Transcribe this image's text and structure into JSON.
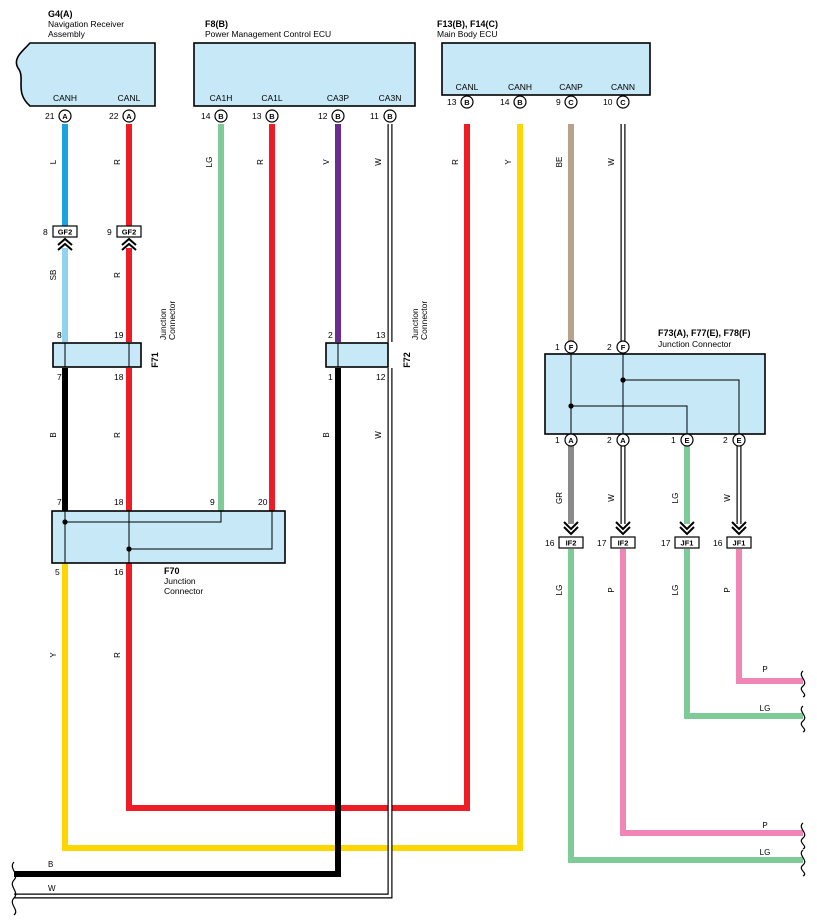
{
  "components": {
    "g4": {
      "code": "G4(A)",
      "name1": "Navigation Receiver",
      "name2": "Assembly",
      "pins": [
        "CANH",
        "CANL"
      ]
    },
    "f8": {
      "code": "F8(B)",
      "name": "Power Management Control ECU",
      "pins": [
        "CA1H",
        "CA1L",
        "CA3P",
        "CA3N"
      ]
    },
    "f13": {
      "code": "F13(B), F14(C)",
      "name": "Main Body ECU",
      "pins": [
        "CANL",
        "CANH",
        "CANP",
        "CANN"
      ]
    },
    "f73": {
      "code": "F73(A), F77(E), F78(F)",
      "name": "Junction Connector"
    },
    "f70": {
      "code": "F70",
      "name1": "Junction",
      "name2": "Connector"
    },
    "f71": {
      "code": "F71",
      "name1": "Junction",
      "name2": "Connector"
    },
    "f72": {
      "code": "F72",
      "name1": "Junction",
      "name2": "Connector"
    }
  },
  "pins": {
    "g4_canh": {
      "num": "21",
      "conn": "A"
    },
    "g4_canl": {
      "num": "22",
      "conn": "A"
    },
    "f8_ca1h": {
      "num": "14",
      "conn": "B"
    },
    "f8_ca1l": {
      "num": "13",
      "conn": "B"
    },
    "f8_ca3p": {
      "num": "12",
      "conn": "B"
    },
    "f8_ca3n": {
      "num": "11",
      "conn": "B"
    },
    "f13_canl": {
      "num": "13",
      "conn": "B"
    },
    "f13_canh": {
      "num": "14",
      "conn": "B"
    },
    "f14_canp": {
      "num": "9",
      "conn": "C"
    },
    "f14_cann": {
      "num": "10",
      "conn": "C"
    },
    "f73_in1": {
      "num": "1",
      "conn": "F"
    },
    "f73_in2": {
      "num": "2",
      "conn": "F"
    },
    "f73_o1": {
      "num": "1",
      "conn": "A"
    },
    "f73_o2": {
      "num": "2",
      "conn": "A"
    },
    "f73_o3": {
      "num": "1",
      "conn": "E"
    },
    "f73_o4": {
      "num": "2",
      "conn": "E"
    }
  },
  "inline_connectors": [
    {
      "num": "8",
      "code": "GF2"
    },
    {
      "num": "9",
      "code": "GF2"
    },
    {
      "num": "16",
      "code": "IF2"
    },
    {
      "num": "17",
      "code": "IF2"
    },
    {
      "num": "17",
      "code": "JF1"
    },
    {
      "num": "16",
      "code": "JF1"
    }
  ],
  "pin_numbers": {
    "f71": [
      "8",
      "19",
      "7",
      "18"
    ],
    "f72": [
      "2",
      "13",
      "1",
      "12"
    ],
    "f70": [
      "7",
      "18",
      "9",
      "20",
      "5",
      "16"
    ]
  },
  "wire_codes": [
    "L",
    "R",
    "SB",
    "R",
    "B",
    "R",
    "LG",
    "R",
    "V",
    "W",
    "B",
    "W",
    "R",
    "Y",
    "BE",
    "W",
    "GR",
    "W",
    "LG",
    "W",
    "LG",
    "P",
    "LG",
    "P",
    "Y",
    "R"
  ],
  "right_labels": [
    "P",
    "LG",
    "P",
    "LG"
  ],
  "bottom_labels": [
    "B",
    "W"
  ],
  "colors": {
    "L": "#1aa3e0",
    "SB": "#8fd3f0",
    "R": "#ee1c25",
    "LG": "#7ecb97",
    "V": "#6a2c91",
    "W": "#ffffff",
    "Y": "#ffd700",
    "BE": "#b7a38c",
    "GR": "#8a8a8a",
    "P": "#ef86b6",
    "B": "#000000",
    "box_fill": "#c6e8f7"
  }
}
